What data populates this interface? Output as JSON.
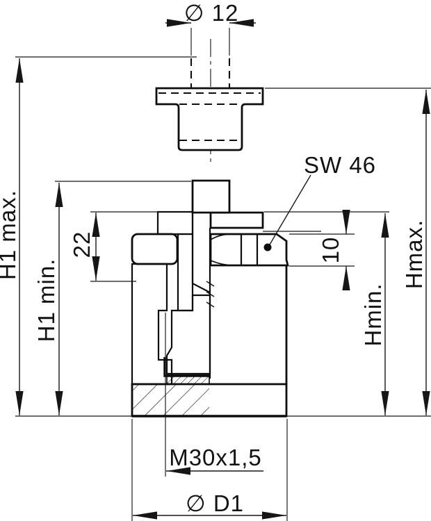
{
  "drawing": {
    "type": "technical-section-drawing",
    "labels": {
      "dia_top": "∅ 12",
      "h1_max": "H1 max.",
      "h1_min": "H1 min.",
      "dim_22": "22",
      "sw_46": "SW 46",
      "dim_10": "10",
      "h_min": "Hmin.",
      "h_max": "Hmax.",
      "thread": "M30x1,5",
      "dia_d1": "∅ D1"
    },
    "colors": {
      "ink": "#0d0d0d",
      "paper": "#ffffff"
    }
  }
}
